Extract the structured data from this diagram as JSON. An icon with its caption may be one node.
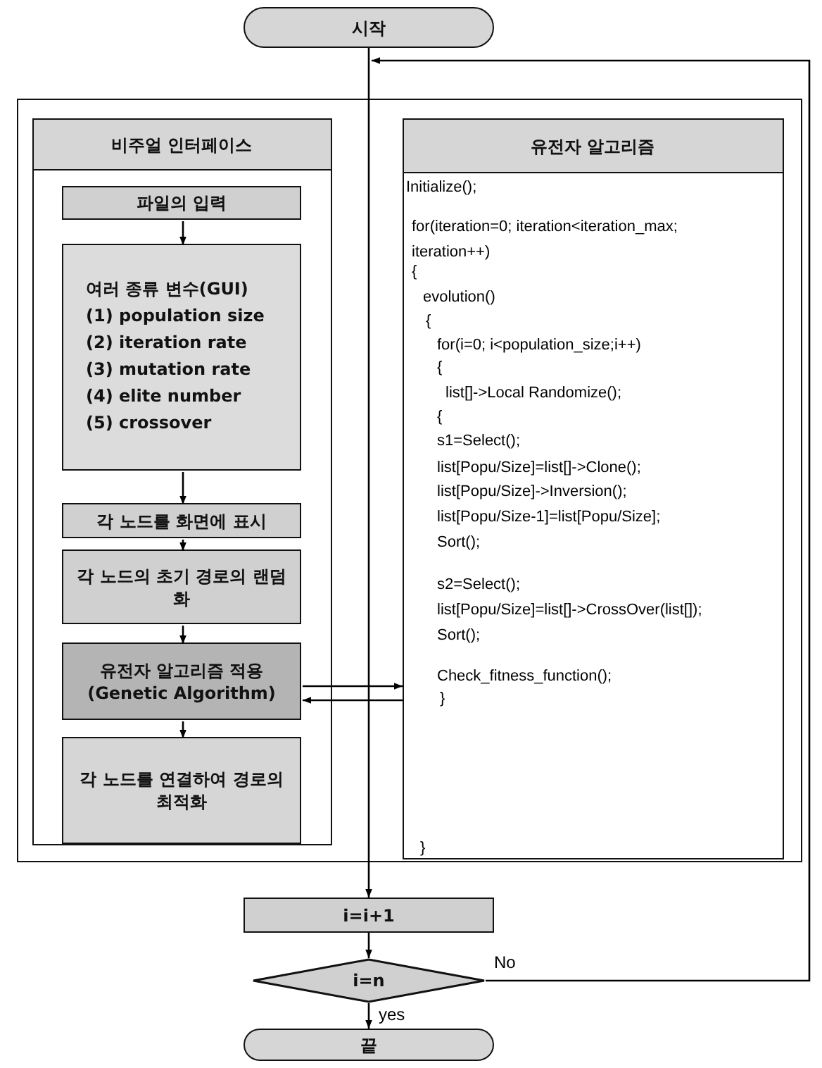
{
  "diagram": {
    "nodes": [
      {
        "text": [
          "시작"
        ]
      },
      {
        "text": [],
        "shape": "box"
      },
      {
        "text": [
          "비주얼 인터페이스"
        ],
        "in": 1
      },
      {
        "text": [
          "파일의 입력"
        ],
        "in": 2
      },
      {
        "text": [
          "여러 종류 변수(GUI)",
          "(1) population size",
          "(2) iteration rate",
          "(3) mutation rate",
          "(4) elite number",
          "(5) crossover"
        ],
        "in": 2
      },
      {
        "text": [
          "각 노드를 화면에 표시"
        ],
        "in": 2
      },
      {
        "text": [
          "각 노드의 초기 경로의 랜덤화"
        ],
        "in": 2
      },
      {
        "text": [
          "유전자 알고리즘 적용 (Genetic Algorithm)"
        ],
        "in": 2
      },
      {
        "text": [
          "각 노드를 연결하여 경로의 최적화"
        ],
        "in": 2
      },
      {
        "text": [
          "유전자 알고리즘",
          "Initialize();",
          "for(iteration=0; iteration<iteration_max; iteration++)",
          "{",
          "evolution()",
          "{",
          "for(i=0; i<population_size;i++)",
          "{",
          "list[]->Local Randomize();",
          "{",
          "s1=Select();",
          "list[Popu/Size]=list[]->Clone();",
          "list[Popu/Size]->Inversion();",
          "list[Popu/Size-1]=list[Popu/Size];",
          "Sort();",
          "s2=Select();",
          "list[Popu/Size]=list[]->CrossOver(list[]);",
          "Sort();",
          "Check_fitness_function();",
          "}",
          "}"
        ],
        "in": 1
      },
      {
        "text": [
          "i=i+1"
        ]
      },
      {
        "text": [
          "i=n"
        ]
      },
      {
        "text": [
          "끝"
        ]
      }
    ],
    "edges": [
      {
        "from": 0,
        "to": 1,
        "arrow": "none"
      },
      {
        "from": 1,
        "to": 10,
        "arrow": "to"
      },
      {
        "from": 10,
        "to": 11,
        "arrow": "to"
      },
      {
        "from": 11,
        "to": 12,
        "arrow": "to",
        "label": "yes"
      },
      {
        "from": 11,
        "to": 0,
        "arrow": "to",
        "label": "No"
      },
      {
        "from": 3,
        "to": 4,
        "arrow": "to"
      },
      {
        "from": 4,
        "to": 5,
        "arrow": "to"
      },
      {
        "from": 5,
        "to": 6,
        "arrow": "to"
      },
      {
        "from": 6,
        "to": 7,
        "arrow": "to"
      },
      {
        "from": 7,
        "to": 8,
        "arrow": "to"
      },
      {
        "from": 7,
        "to": 9,
        "arrow": "to"
      },
      {
        "from": 9,
        "to": 7,
        "arrow": "to"
      }
    ]
  }
}
